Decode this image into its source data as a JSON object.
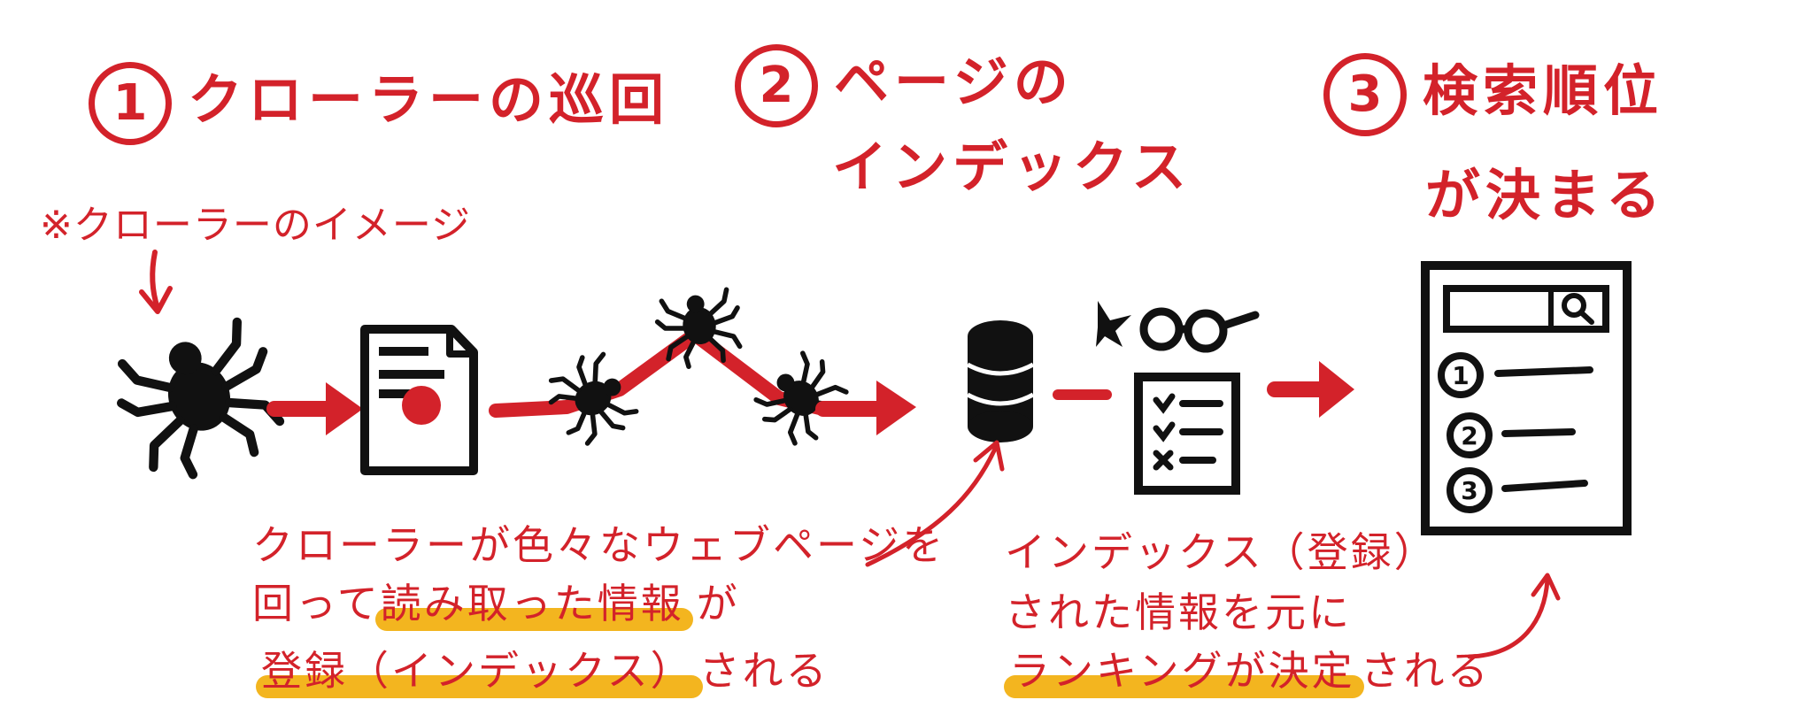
{
  "steps": [
    {
      "number": "1",
      "title": "クローラーの巡回"
    },
    {
      "number": "2",
      "title_line1": "ページの",
      "title_line2": "インデックス"
    },
    {
      "number": "3",
      "title_line1": "検索順位",
      "title_line2": "が決まる"
    }
  ],
  "note": "※クローラーのイメージ",
  "caption_left": {
    "line1": "クローラーが色々なウェブページを",
    "line2_a": "回って",
    "line2_hl": "読み取った情報",
    "line2_b": "が",
    "line3_hl": "登録（インデックス）",
    "line3_b": "される"
  },
  "caption_right": {
    "line1": "インデックス（登録）",
    "line2": "された情報を元に",
    "line3_hl": "ランキングが決定",
    "line3_b": "される"
  },
  "search_results": [
    "1",
    "2",
    "3"
  ],
  "colors": {
    "accent_red": "#d3222a",
    "highlight_yellow": "#f3b51f",
    "ink": "#111111"
  },
  "icons": [
    "spider-icon",
    "document-icon",
    "database-icon",
    "glasses-icon",
    "checklist-icon",
    "search-results-page-icon",
    "magnifier-icon"
  ]
}
